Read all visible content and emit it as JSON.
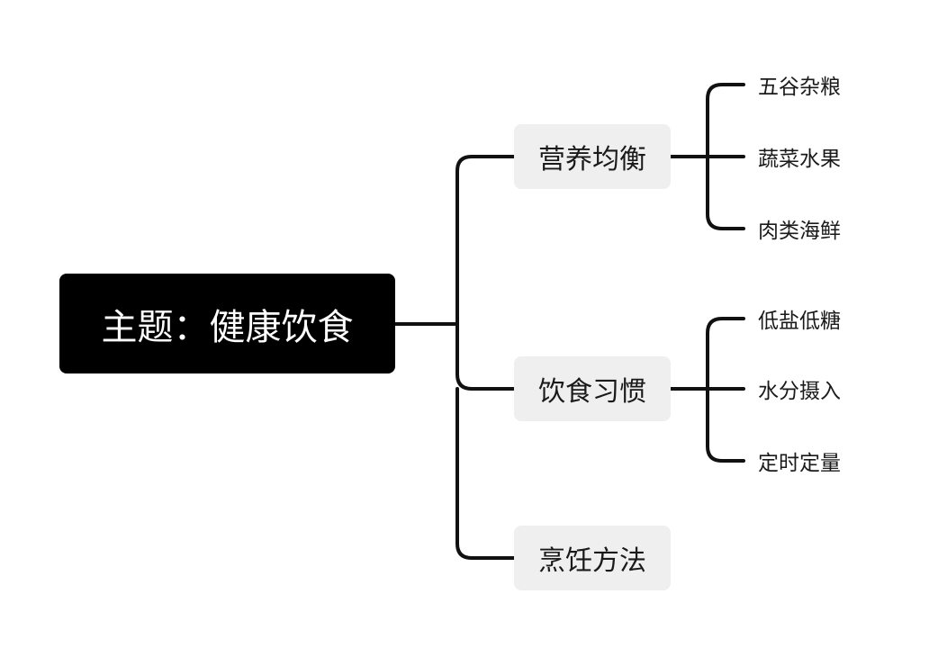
{
  "root": {
    "label": "主题：健康饮食"
  },
  "branches": [
    {
      "label": "营养均衡",
      "children": [
        "五谷杂粮",
        "蔬菜水果",
        "肉类海鲜"
      ]
    },
    {
      "label": "饮食习惯",
      "children": [
        "低盐低糖",
        "水分摄入",
        "定时定量"
      ]
    },
    {
      "label": "烹饪方法",
      "children": []
    }
  ],
  "colors": {
    "root_bg": "#000000",
    "root_text": "#ffffff",
    "branch_bg": "#efefef",
    "line": "#111111"
  }
}
